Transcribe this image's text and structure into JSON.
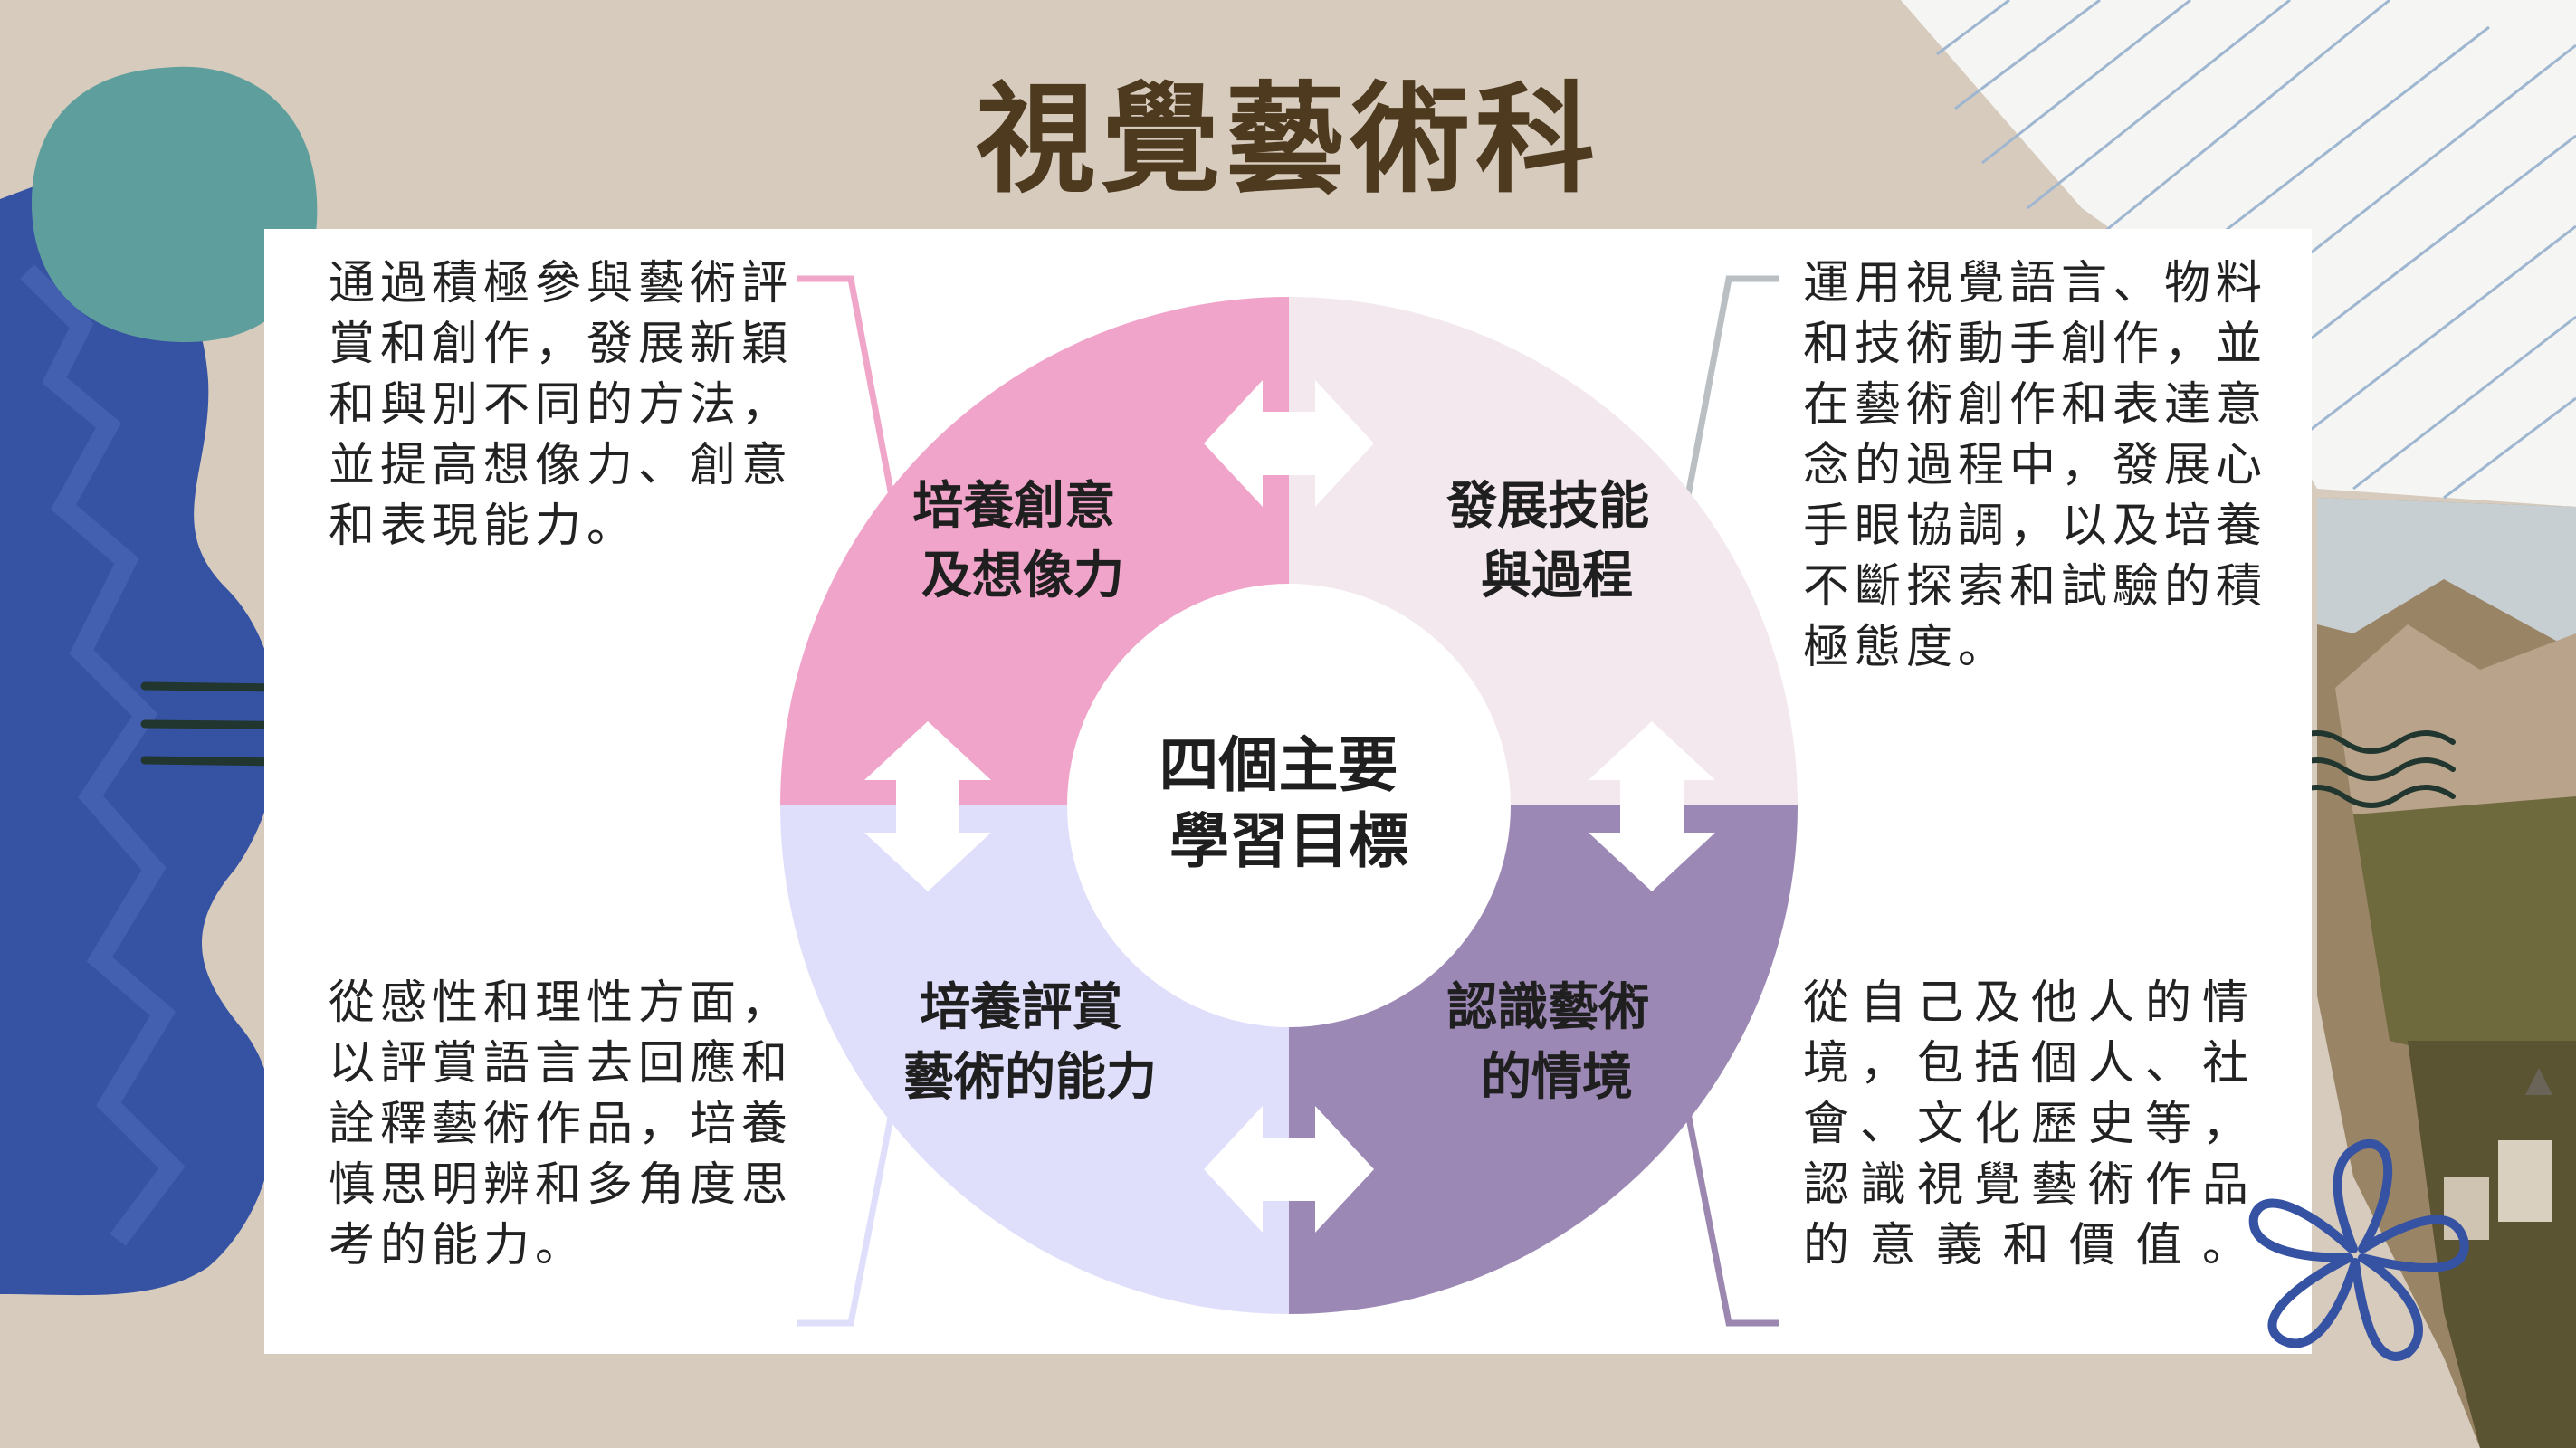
{
  "title": "視覺藝術科",
  "center_label": [
    "四個主要",
    "學習目標"
  ],
  "quadrants": [
    {
      "label": [
        "培養創意",
        "及想像力"
      ],
      "color": "#f1a4c9",
      "description": "通過積極參與藝術評\n賞和創作，發展新穎\n和與別不同的方法，\n並提高想像力、創意\n和表現能力。"
    },
    {
      "label": [
        "發展技能",
        "與過程"
      ],
      "color": "#f2e8ee",
      "description": "運用視覺語言、物料\n和技術動手創作，並\n在藝術創作和表達意\n念的過程中，發展心\n手眼協調，以及培養\n不斷探索和試驗的積\n極態度。"
    },
    {
      "label": [
        "培養評賞",
        "藝術的能力"
      ],
      "color": "#e0dffb",
      "description": "從感性和理性方面，\n以評賞語言去回應和\n詮釋藝術作品，培養\n慎思明辨和多角度思\n考的能力。"
    },
    {
      "label": [
        "認識藝術",
        "的情境"
      ],
      "color": "#9c88b4",
      "description": "從自己及他人的情境，包括個人、社會、文化歷史等，認識視覺藝術作品的意義和價值。"
    }
  ],
  "connector_colors": [
    "#f0a6c8",
    "#b9bfc3",
    "#e0dffb",
    "#9b87b0"
  ],
  "decor_colors": {
    "blue": "#3552a3",
    "teal": "#5e9e9c",
    "dark_lines": "#21362f"
  }
}
